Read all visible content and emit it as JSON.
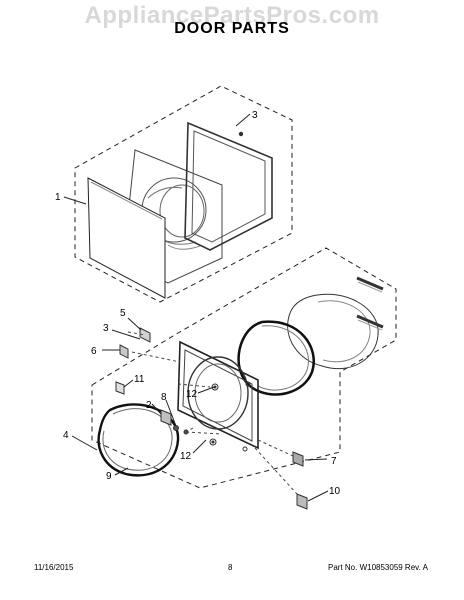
{
  "watermark": "AppliancePartsPros.com",
  "title": "DOOR PARTS",
  "callouts": {
    "c1": "1",
    "c3a": "3",
    "c5": "5",
    "c3b": "3",
    "c6": "6",
    "c11": "11",
    "c8": "8",
    "c2": "2",
    "c4": "4",
    "c12a": "12",
    "c12b": "12",
    "c9": "9",
    "c7": "7",
    "c10": "10"
  },
  "footer": {
    "date": "11/16/2015",
    "page": "8",
    "part": "Part No. W10853059  Rev. A"
  }
}
